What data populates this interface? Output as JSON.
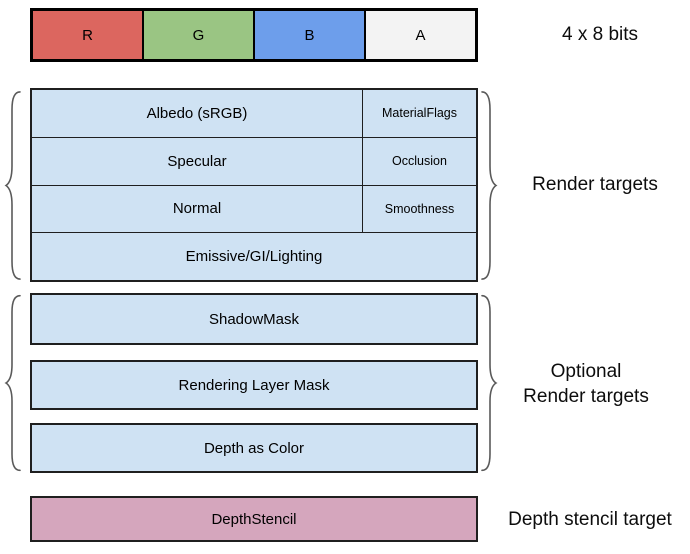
{
  "top_bar": {
    "bits_label": "4 x 8 bits",
    "channels": [
      {
        "label": "R",
        "color": "#dc665f"
      },
      {
        "label": "G",
        "color": "#9ac583"
      },
      {
        "label": "B",
        "color": "#6d9eeb"
      },
      {
        "label": "A",
        "color": "#f3f3f3"
      }
    ]
  },
  "render_targets": {
    "label": "Render targets",
    "rows": [
      {
        "main": "Albedo (sRGB)",
        "sub": "MaterialFlags"
      },
      {
        "main": "Specular",
        "sub": "Occlusion"
      },
      {
        "main": "Normal",
        "sub": "Smoothness"
      },
      {
        "main": "Emissive/GI/Lighting"
      }
    ]
  },
  "optional_render_targets": {
    "label_line1": "Optional",
    "label_line2": "Render targets",
    "rows": [
      "ShadowMask",
      "Rendering Layer Mask",
      "Depth as Color"
    ]
  },
  "depth_stencil": {
    "box_label": "DepthStencil",
    "label": "Depth stencil target"
  },
  "colors": {
    "target_blue": "#cfe2f3",
    "depth_pink": "#d5a6bd",
    "brace_gray": "#5a5a5a"
  }
}
